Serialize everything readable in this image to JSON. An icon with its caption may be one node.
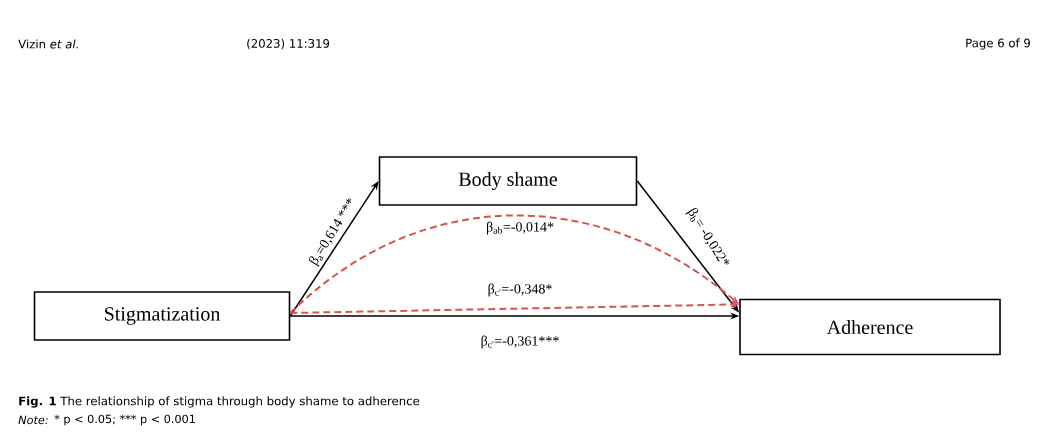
{
  "diagram": {
    "caption": "**Fig. 1** The relationship of stigma through body shame to adherence",
    "nodes": [
      {
        "text": [
          "Body shame"
        ]
      },
      {
        "text": [
          "Stigmatization"
        ]
      },
      {
        "text": [
          "Adherence"
        ]
      }
    ],
    "edges": [
      {
        "from": 1,
        "to": 0,
        "arrow": "to",
        "label": "β$_{a}$=0,614 ***"
      },
      {
        "from": 0,
        "to": 2,
        "arrow": "to",
        "label": "β$_{b}$= -0,022*"
      },
      {
        "from": 1,
        "to": 2,
        "arrow": "to",
        "label": "β$_{ab}$=-0,014*",
        "style": "dashed",
        "color": "#d9534f"
      },
      {
        "from": 1,
        "to": 2,
        "arrow": "to",
        "label": "β$_{c'}$=-0,348*",
        "style": "dashed",
        "color": "#d9534f"
      },
      {
        "from": 1,
        "to": 2,
        "arrow": "to",
        "label": "β$_{c'}$=-0,361***"
      }
    ],
    "labels": [
      "Vizin *et al.*",
      "(2023) 11:319",
      "Page 6 of 9",
      "Note:",
      "* p < 0.05; *** p < 0.001"
    ]
  }
}
